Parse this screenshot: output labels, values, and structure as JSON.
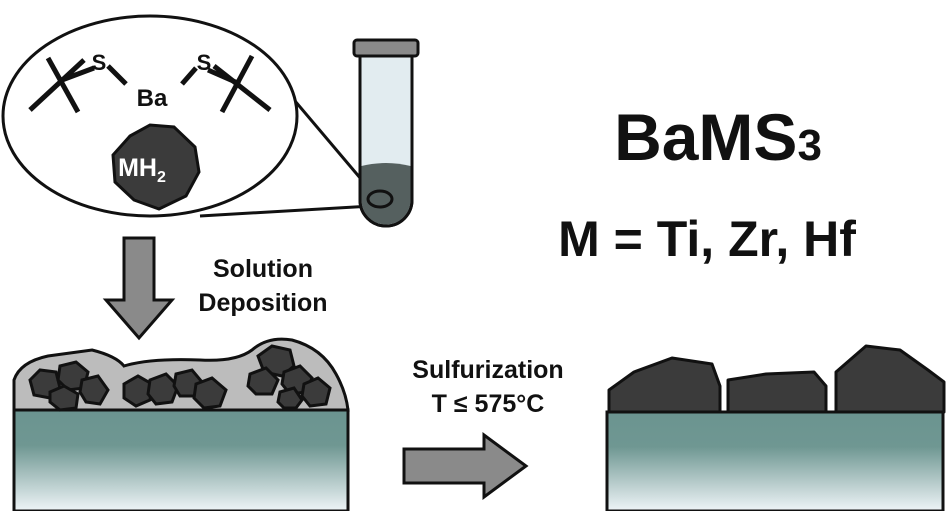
{
  "molecule": {
    "left_sulfur": "S",
    "right_sulfur": "S",
    "metal": "Ba",
    "hydride_main": "MH",
    "hydride_sub": "2"
  },
  "steps": {
    "deposition_line1": "Solution",
    "deposition_line2": "Deposition",
    "sulfurization_line1": "Sulfurization",
    "sulfurization_line2": "T ≤ 575°C"
  },
  "product": {
    "formula_main": "BaMS",
    "formula_sub": "3",
    "metals": "M = Ti, Zr, Hf"
  },
  "colors": {
    "outline": "#111111",
    "particle": "#3b3b3b",
    "binder": "#bcbcbc",
    "tube_glass": "#e2ecf0",
    "tube_liquid": "#55605f",
    "tube_cap": "#8a8a8a",
    "arrow_fill": "#8a8a8a",
    "substrate_top": "#6b9490",
    "substrate_bottom": "#e9f1f4"
  }
}
